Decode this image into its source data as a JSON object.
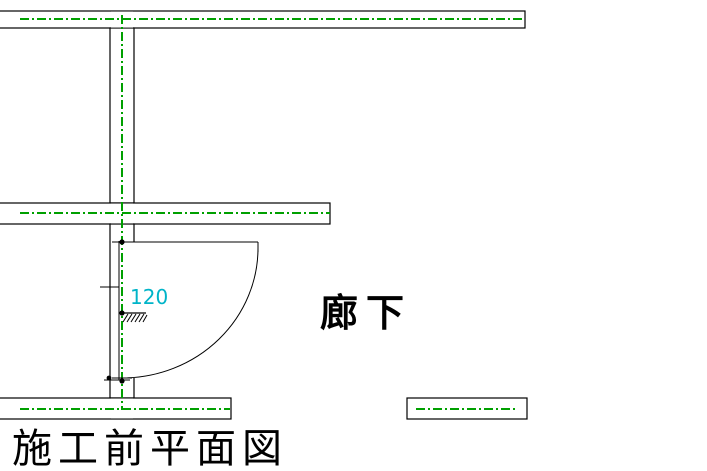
{
  "drawing": {
    "room_label": "廊下",
    "title": "施工前平面図",
    "dimension_label": "120"
  },
  "colors": {
    "wall": "#000000",
    "center_line": "#00a000",
    "dimension_text": "#00b4c8",
    "background": "#ffffff"
  }
}
